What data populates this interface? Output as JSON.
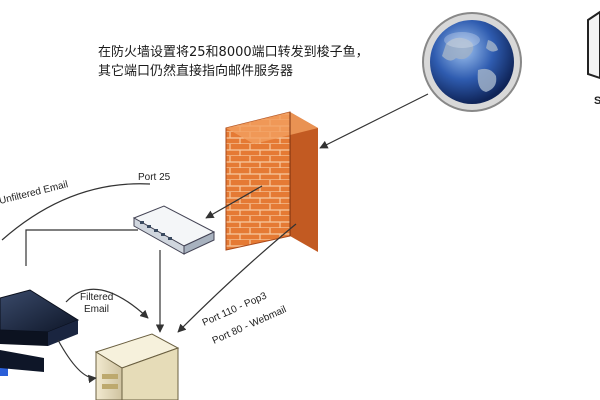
{
  "caption": {
    "line1": "在防火墙设置将25和8000端口转发到梭子鱼，",
    "line2": "其它端口仍然直接指向邮件服务器"
  },
  "labels": {
    "unfiltered": "Unfiltered Email",
    "port25": "Port 25",
    "filtered_line1": "Filtered",
    "filtered_line2": "Email",
    "pop3": "Port 110 - Pop3",
    "webmail": "Port 80 - Webmail",
    "edge_fragment": "S"
  },
  "icons": {
    "globe": "globe-icon",
    "firewall": "brick-firewall-icon",
    "switch": "network-switch-icon",
    "appliance": "filter-appliance-icon",
    "server": "mail-server-icon"
  },
  "colors": {
    "brick": "#e0702a",
    "brick_dark": "#b5501a",
    "globe_blue": "#1f3f86",
    "line": "#333333"
  }
}
